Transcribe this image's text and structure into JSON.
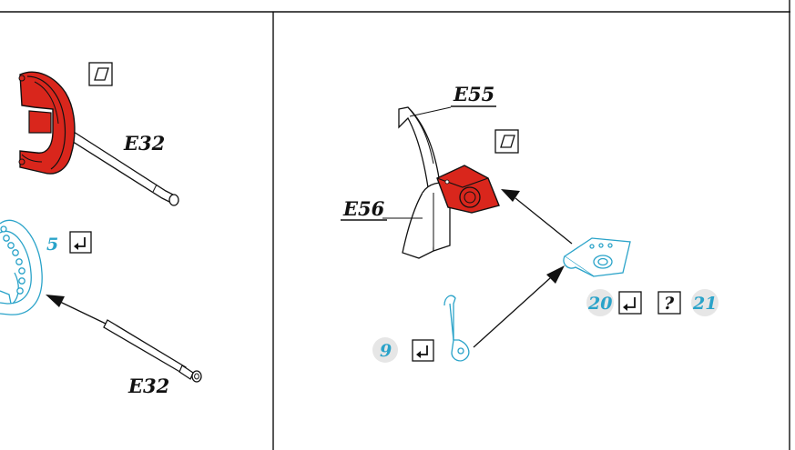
{
  "colors": {
    "highlight": "#d9261c",
    "step_number": "#2aa3c9",
    "outline": "#111111",
    "step_circle": "#e6e6e6"
  },
  "left_panel": {
    "part_top": "E32",
    "step_number": "5",
    "part_bottom": "E32",
    "icons": [
      "glue-surface-icon",
      "insert-arrow-icon"
    ]
  },
  "right_panel": {
    "part_e55": "E55",
    "part_e56": "E56",
    "step_9": "9",
    "step_20": "20",
    "question_mark": "?",
    "step_21": "21",
    "icons": [
      "glue-surface-icon",
      "insert-arrow-icon",
      "optional-question-icon"
    ]
  }
}
